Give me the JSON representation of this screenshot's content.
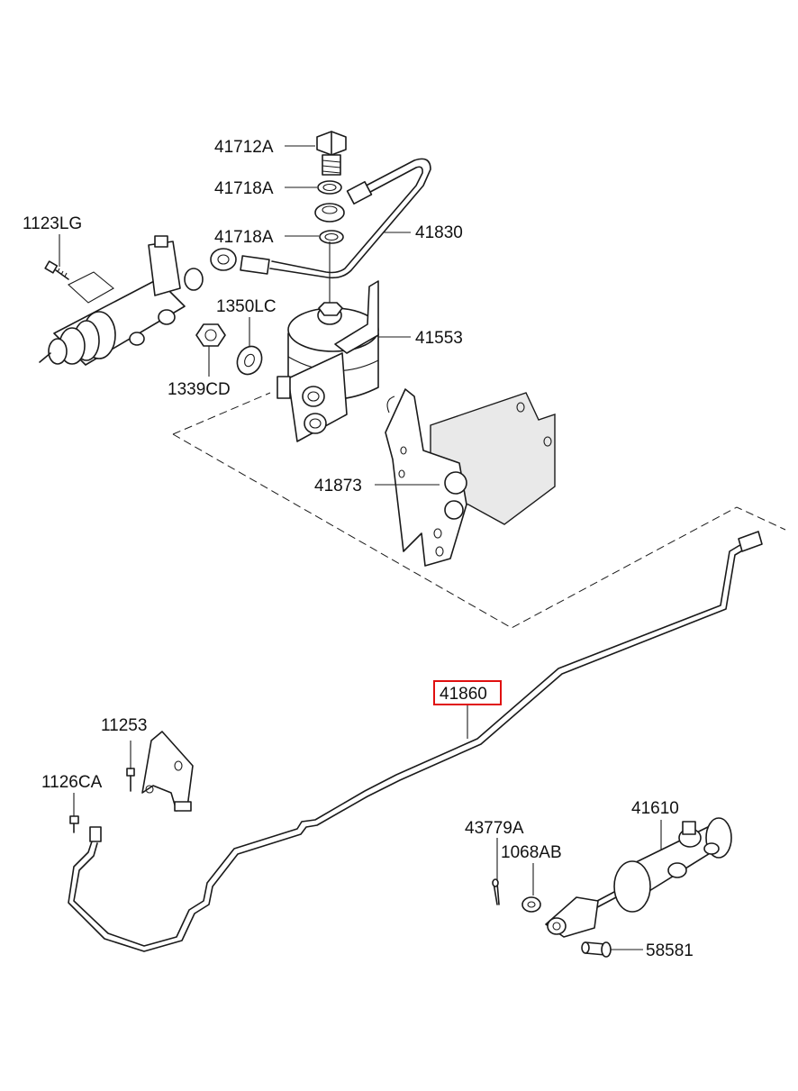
{
  "diagram": {
    "highlight_color": "#e01010",
    "parts": {
      "p41712A": "41712A",
      "p41718A_upper": "41718A",
      "p41718A_lower": "41718A",
      "p41830": "41830",
      "p1123LG": "1123LG",
      "p1350LC": "1350LC",
      "p41553": "41553",
      "p1339CD": "1339CD",
      "p41873": "41873",
      "p41860": "41860",
      "p11253": "11253",
      "p1126CA": "1126CA",
      "p43779A": "43779A",
      "p1068AB": "1068AB",
      "p41610": "41610",
      "p58581": "58581"
    },
    "highlighted_part": "41860"
  }
}
